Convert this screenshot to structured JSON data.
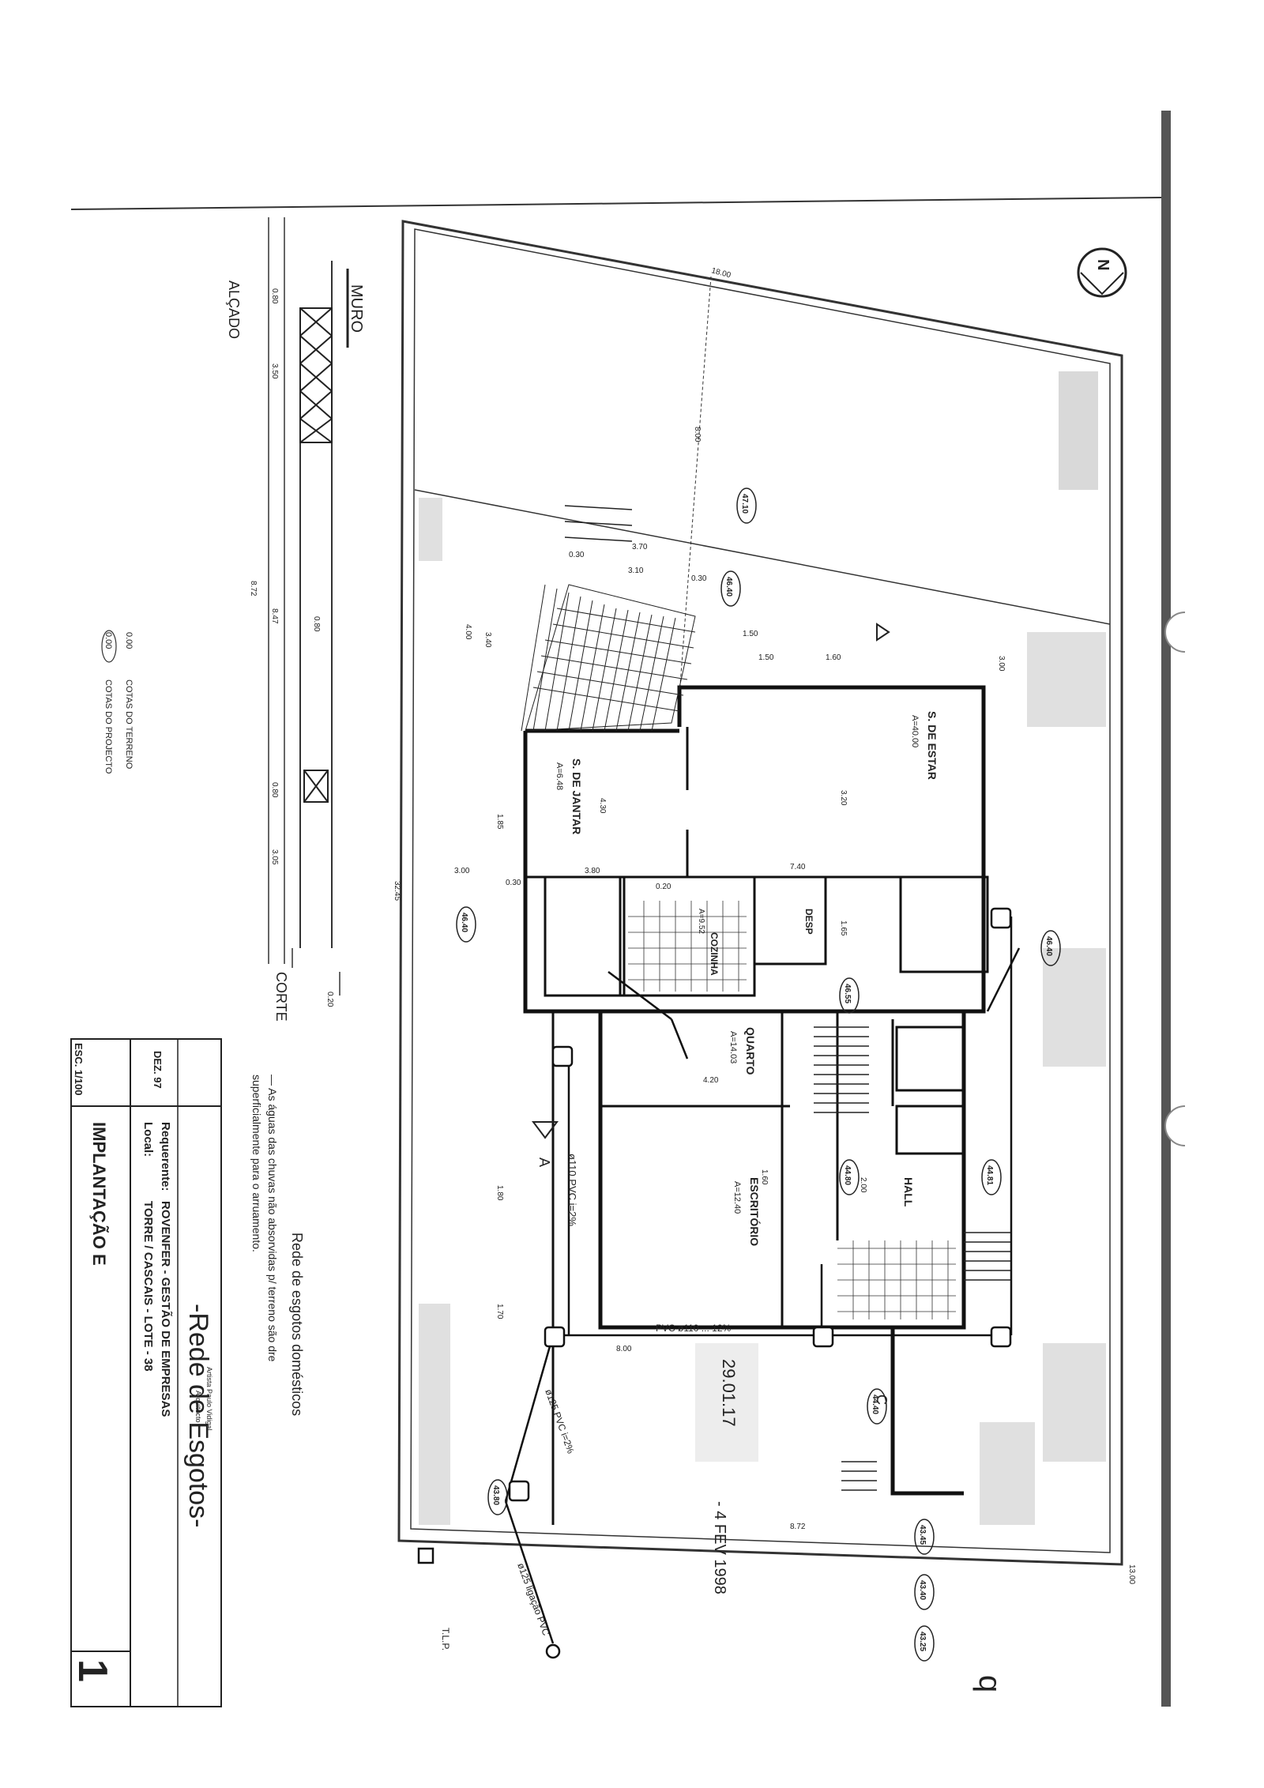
{
  "compass": {
    "letter": "N"
  },
  "elevation": {
    "title": "ALÇADO",
    "muro": "MURO",
    "corte": "CORTE",
    "dims": [
      "0.80",
      "3.50",
      "8.72",
      "8.47",
      "0.80",
      "0.80",
      "3.05",
      "0.20"
    ]
  },
  "legend": {
    "terreno_value": "0.00",
    "terreno_label": "COTAS DO TERRENO",
    "projecto_value": "0.00",
    "projecto_label": "COTAS DO PROJECTO"
  },
  "rooms": {
    "estar": {
      "name": "S. DE ESTAR",
      "area": "A=40.00"
    },
    "jantar": {
      "name": "S. DE JANTAR",
      "area": "A=6.48"
    },
    "cozinha": {
      "name": "COZINHA",
      "area": "A=9.52"
    },
    "desp": {
      "name": "DESP"
    },
    "quarto": {
      "name": "QUARTO",
      "area": "A=14.03"
    },
    "escritorio": {
      "name": "ESCRITÓRIO",
      "area": "A=12.40"
    },
    "hall": {
      "name": "HALL"
    }
  },
  "levels": [
    "47.10",
    "46.40",
    "46.40",
    "46.40",
    "46.55",
    "44.80",
    "44.81",
    "44.40",
    "43.45",
    "43.40",
    "43.25",
    "43.80"
  ],
  "dimensions": [
    "18.00",
    "8.00",
    "3.70",
    "3.10",
    "0.30",
    "0.30",
    "1.50",
    "1.50",
    "1.60",
    "4.00",
    "3.40",
    "4.30",
    "3.20",
    "3.80",
    "7.40",
    "3.00",
    "0.30",
    "0.20",
    "1.85",
    "3.00",
    "8.00",
    "32.45",
    "1.60",
    "4.20",
    "1.80",
    "1.70",
    "2.00",
    "1.65",
    "8.72",
    "13.00"
  ],
  "annotations": {
    "rede_title": "-Rede de Esgotos-",
    "rede_note": "Rede de esgotos domésticos",
    "aguas_note": "— As águas das chuvas não absorvidas p/ terreno são dre",
    "aguas_note2": "superficialmente para o arruamento.",
    "pvc1": "ø110 PVC i=2%",
    "pvc2": "PVC ø110 ... 12%",
    "pvc3": "ø125 PVC i=2%",
    "pvc4": "ø125 ligação PVC",
    "tlp": "T.L.P.",
    "corte_a": "A",
    "corte_c": "C",
    "stamp": "- 4 FEV 1998",
    "stamp2": "29.01.17",
    "signature": "q"
  },
  "titleblock": {
    "date": "DEZ. 97",
    "requerente_label": "Requerente:",
    "requerente": "ROVENFER - GESTÃO DE EMPRESAS",
    "local_label": "Local:",
    "local": "TORRE / CASCAIS   -   LOTE - 38",
    "architect": "Artista Paulo Vidigal",
    "architect2": "Arquitecto",
    "escala": "ESC. 1/100",
    "title": "IMPLANTAÇÃO E",
    "sheet": "1"
  }
}
